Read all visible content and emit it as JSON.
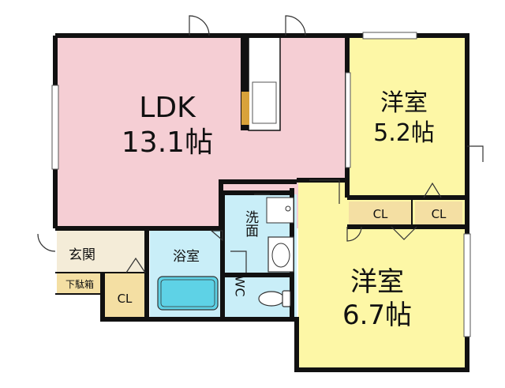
{
  "rooms": {
    "ldk": {
      "name": "LDK",
      "size": "13.1帖"
    },
    "western_room_1": {
      "name": "洋室",
      "size": "5.2帖"
    },
    "western_room_2": {
      "name": "洋室",
      "size": "6.7帖"
    },
    "entrance": {
      "name": "玄関"
    },
    "shoe_box": {
      "name": "下駄箱"
    },
    "bathroom": {
      "name": "浴室"
    },
    "washroom": {
      "name": "洗面"
    },
    "toilet": {
      "name": "WC"
    }
  },
  "closets": {
    "label": "CL"
  },
  "colors": {
    "ldk": "#f5ced4",
    "western": "#fdf7a6",
    "wet": "#c9eef8",
    "closet": "#f4dfa3",
    "entrance": "#f4ecd8",
    "wall": "#111111"
  }
}
